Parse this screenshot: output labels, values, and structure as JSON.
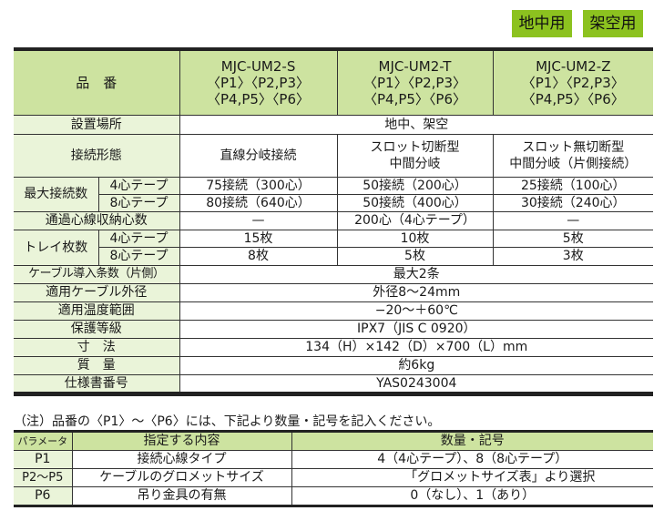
{
  "badges": [
    "地中用",
    "架空用"
  ],
  "spec": {
    "header_label": "品　番",
    "models": [
      {
        "name": "MJC-UM2-S",
        "line2": "〈P1〉〈P2,P3〉",
        "line3": "〈P4,P5〉〈P6〉"
      },
      {
        "name": "MJC-UM2-T",
        "line2": "〈P1〉〈P2,P3〉",
        "line3": "〈P4,P5〉〈P6〉"
      },
      {
        "name": "MJC-UM2-Z",
        "line2": "〈P1〉〈P2,P3〉",
        "line3": "〈P4,P5〉〈P6〉"
      }
    ],
    "location": {
      "label": "設置場所",
      "value": "地中、架空"
    },
    "connection": {
      "label": "接続形態",
      "s": "直線分岐接続",
      "t1": "スロット切断型",
      "t2": "中間分岐",
      "z1": "スロット無切断型",
      "z2": "中間分岐（片側接続）"
    },
    "max_conn": {
      "label": "最大接続数",
      "sub4": "4心テープ",
      "sub8": "8心テープ",
      "r4": [
        "75接続（300心）",
        "50接続（200心）",
        "25接続（100心）"
      ],
      "r8": [
        "80接続（640心）",
        "50接続（400心）",
        "30接続（240心）"
      ]
    },
    "pass": {
      "label": "通過心線収納心数",
      "values": [
        "—",
        "200心（4心テープ）",
        "—"
      ]
    },
    "tray": {
      "label": "トレイ枚数",
      "sub4": "4心テープ",
      "sub8": "8心テープ",
      "r4": [
        "15枚",
        "10枚",
        "5枚"
      ],
      "r8": [
        "8枚",
        "5枚",
        "3枚"
      ]
    },
    "common": [
      {
        "label": "ケーブル導入条数（片側）",
        "value": "最大2条"
      },
      {
        "label": "適用ケーブル外径",
        "value": "外径8～24mm"
      },
      {
        "label": "適用温度範囲",
        "value": "−20～＋60℃"
      },
      {
        "label": "保護等級",
        "value": "IPX7（JIS C 0920）"
      },
      {
        "label": "寸　法",
        "value": "134（H）×142（D）×700（L）mm"
      },
      {
        "label": "質　量",
        "value": "約6kg"
      },
      {
        "label": "仕様書番号",
        "value": "YAS0243004"
      }
    ]
  },
  "note": "（注）品番の〈P1〉～〈P6〉には、下記より数量・記号を記入ください。",
  "params": {
    "headers": [
      "パラメータ",
      "指定する内容",
      "数量・記号"
    ],
    "rows": [
      [
        "P1",
        "接続心線タイプ",
        "4（4心テープ）、8（8心テープ）"
      ],
      [
        "P2～P5",
        "ケーブルのグロメットサイズ",
        "「グロメットサイズ表」より選択"
      ],
      [
        "P6",
        "吊り金具の有無",
        "0（なし）、1（あり）"
      ]
    ]
  }
}
